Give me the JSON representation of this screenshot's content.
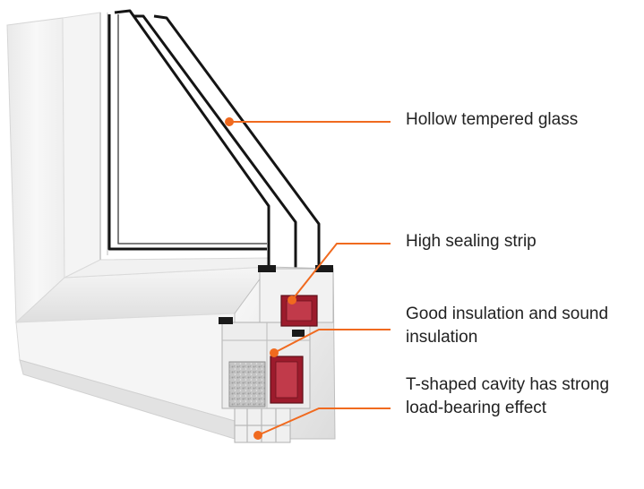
{
  "diagram": {
    "subject": "window-frame-profile-cross-section",
    "accent_color": "#f06a1f",
    "frame_color": "#f3f3f3",
    "seal_color": "#1a1a1a",
    "reinforcement_color": "#a01c2e",
    "insulation_fill_color": "#bdbdbd",
    "callouts": [
      {
        "id": "hollow-glass",
        "label": "Hollow tempered glass"
      },
      {
        "id": "sealing-strip",
        "label": "High sealing strip"
      },
      {
        "id": "insulation",
        "label": "Good insulation and sound\ninsulation"
      },
      {
        "id": "t-cavity",
        "label": "T-shaped cavity has strong\nload-bearing effect"
      }
    ]
  }
}
